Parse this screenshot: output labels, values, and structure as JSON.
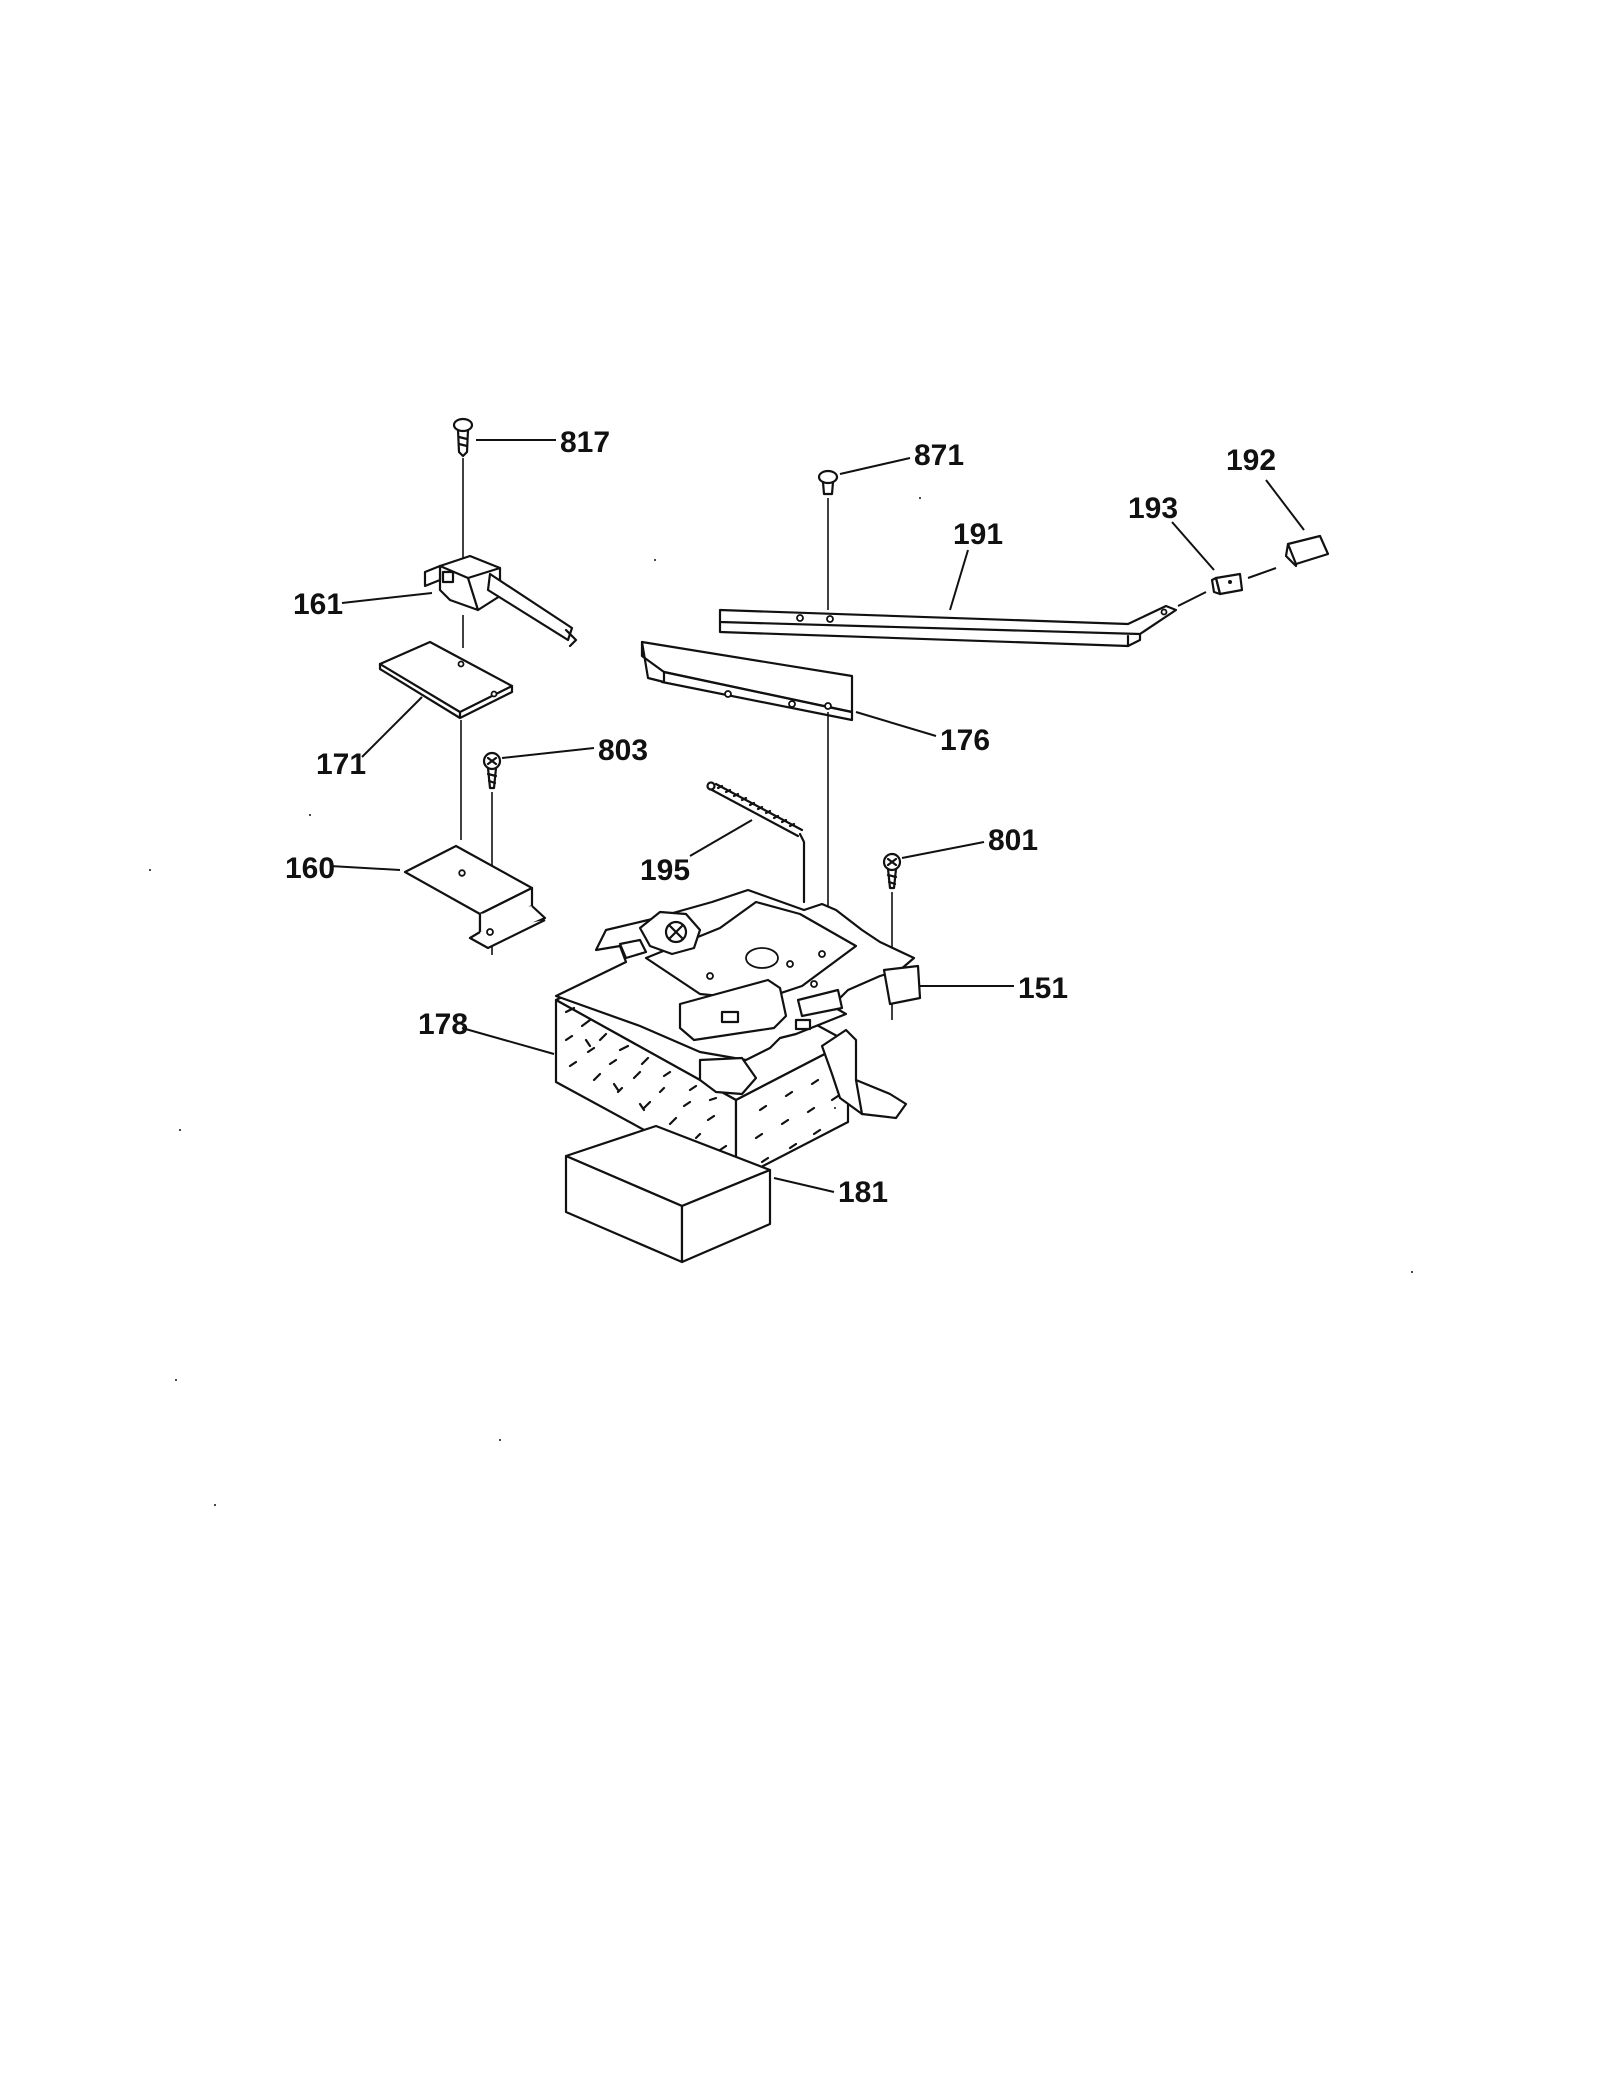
{
  "callouts": {
    "c817": "817",
    "c871": "871",
    "c192": "192",
    "c193": "193",
    "c191": "191",
    "c161": "161",
    "c171": "171",
    "c803": "803",
    "c176": "176",
    "c160": "160",
    "c195": "195",
    "c801": "801",
    "c151": "151",
    "c178": "178",
    "c181": "181"
  }
}
